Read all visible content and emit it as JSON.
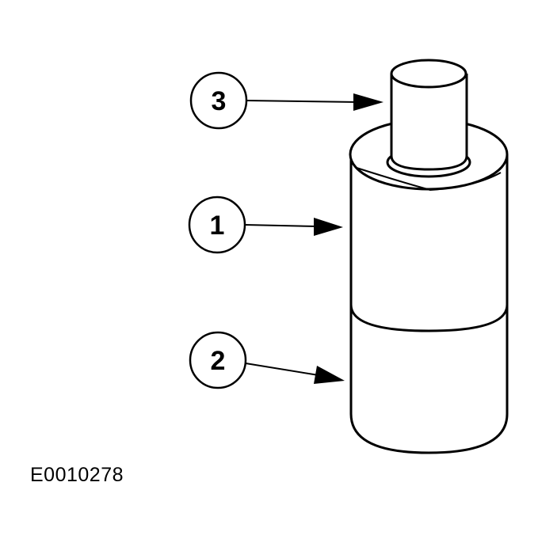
{
  "callouts": [
    {
      "id": "3",
      "label": "3"
    },
    {
      "id": "1",
      "label": "1"
    },
    {
      "id": "2",
      "label": "2"
    }
  ],
  "reference_code": "E0010278",
  "colors": {
    "stroke": "#000000",
    "fill": "#ffffff"
  }
}
